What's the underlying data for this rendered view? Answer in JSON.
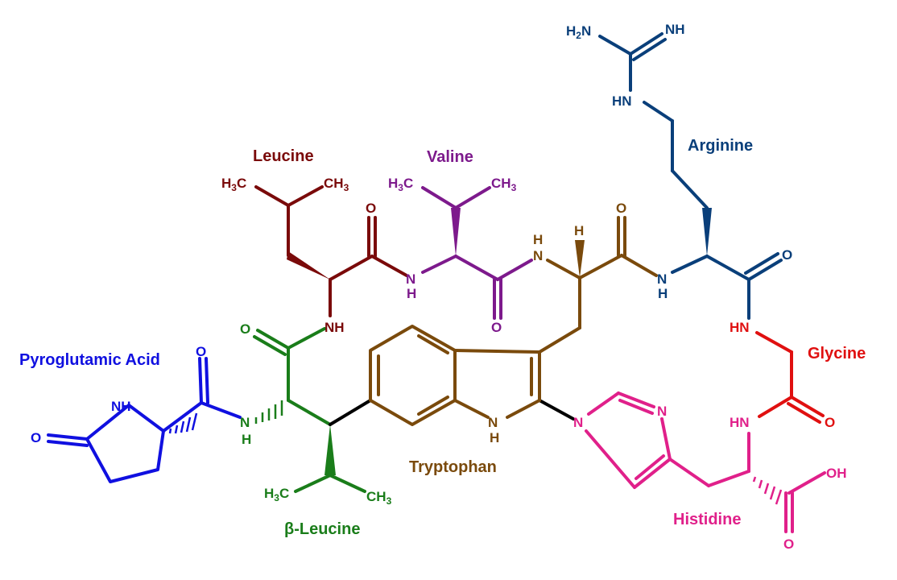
{
  "residues": [
    {
      "id": "pyroglutamic",
      "name": "Pyroglutamic Acid",
      "color": "#1010e0"
    },
    {
      "id": "bleucine",
      "name": "β-Leucine",
      "color": "#1a7d1a"
    },
    {
      "id": "leucine",
      "name": "Leucine",
      "color": "#7a0a0a"
    },
    {
      "id": "valine",
      "name": "Valine",
      "color": "#7d1a8c"
    },
    {
      "id": "tryptophan",
      "name": "Tryptophan",
      "color": "#7a4a0c"
    },
    {
      "id": "arginine",
      "name": "Arginine",
      "color": "#0a3f7a"
    },
    {
      "id": "glycine",
      "name": "Glycine",
      "color": "#e01010"
    },
    {
      "id": "histidine",
      "name": "Histidine",
      "color": "#e0208a"
    }
  ],
  "atoms": {
    "O": "O",
    "N": "N",
    "H": "H",
    "NH": "NH",
    "HN": "HN",
    "OH": "OH",
    "C": "C",
    "CH": "CH",
    "sub2": "2",
    "sub3": "3"
  },
  "link_color": "#000000"
}
